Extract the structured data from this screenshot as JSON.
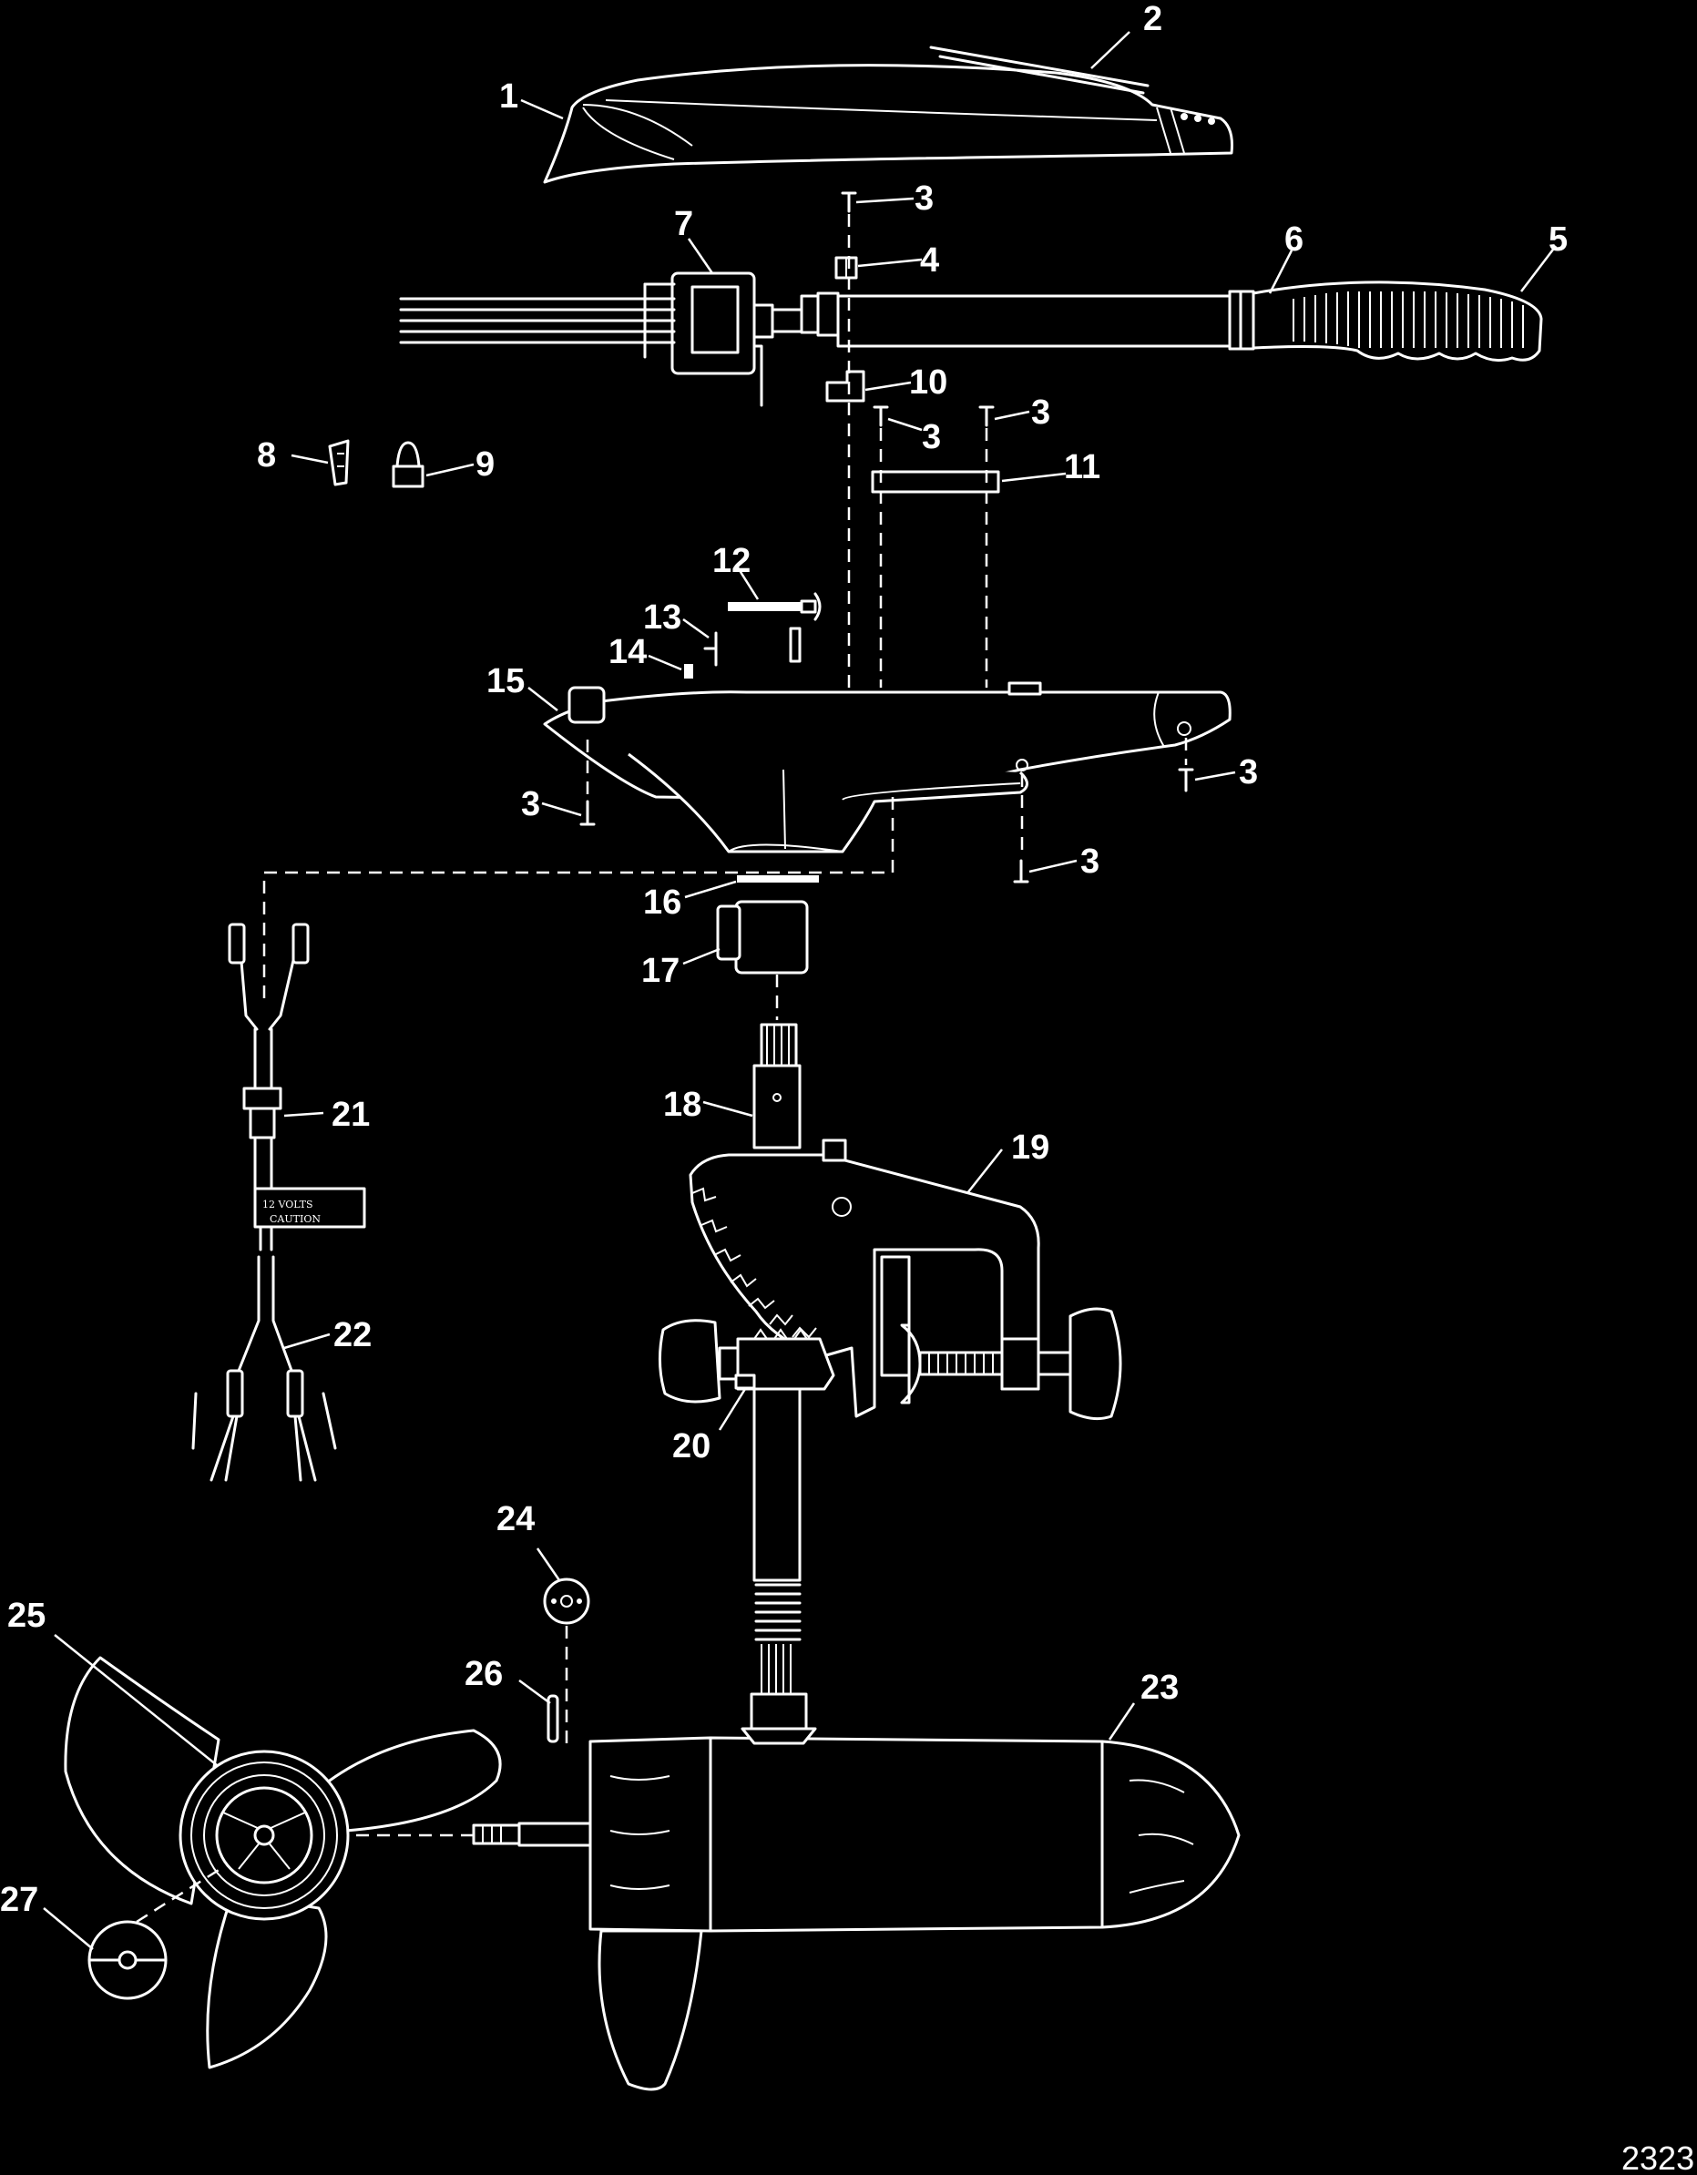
{
  "figure_number": "2323",
  "caution_label": {
    "line1": "12 VOLTS",
    "line2": "CAUTION"
  },
  "callouts": [
    {
      "id": "c1",
      "text": "1"
    },
    {
      "id": "c2",
      "text": "2"
    },
    {
      "id": "c3a",
      "text": "3"
    },
    {
      "id": "c4",
      "text": "4"
    },
    {
      "id": "c5",
      "text": "5"
    },
    {
      "id": "c6",
      "text": "6"
    },
    {
      "id": "c7",
      "text": "7"
    },
    {
      "id": "c8",
      "text": "8"
    },
    {
      "id": "c9",
      "text": "9"
    },
    {
      "id": "c10",
      "text": "10"
    },
    {
      "id": "c3b",
      "text": "3"
    },
    {
      "id": "c3c",
      "text": "3"
    },
    {
      "id": "c11",
      "text": "11"
    },
    {
      "id": "c12",
      "text": "12"
    },
    {
      "id": "c13",
      "text": "13"
    },
    {
      "id": "c14",
      "text": "14"
    },
    {
      "id": "c15",
      "text": "15"
    },
    {
      "id": "c3d",
      "text": "3"
    },
    {
      "id": "c3e",
      "text": "3"
    },
    {
      "id": "c3f",
      "text": "3"
    },
    {
      "id": "c16",
      "text": "16"
    },
    {
      "id": "c17",
      "text": "17"
    },
    {
      "id": "c18",
      "text": "18"
    },
    {
      "id": "c19",
      "text": "19"
    },
    {
      "id": "c20",
      "text": "20"
    },
    {
      "id": "c21",
      "text": "21"
    },
    {
      "id": "c22",
      "text": "22"
    },
    {
      "id": "c23",
      "text": "23"
    },
    {
      "id": "c24",
      "text": "24"
    },
    {
      "id": "c25",
      "text": "25"
    },
    {
      "id": "c26",
      "text": "26"
    },
    {
      "id": "c27",
      "text": "27"
    }
  ]
}
